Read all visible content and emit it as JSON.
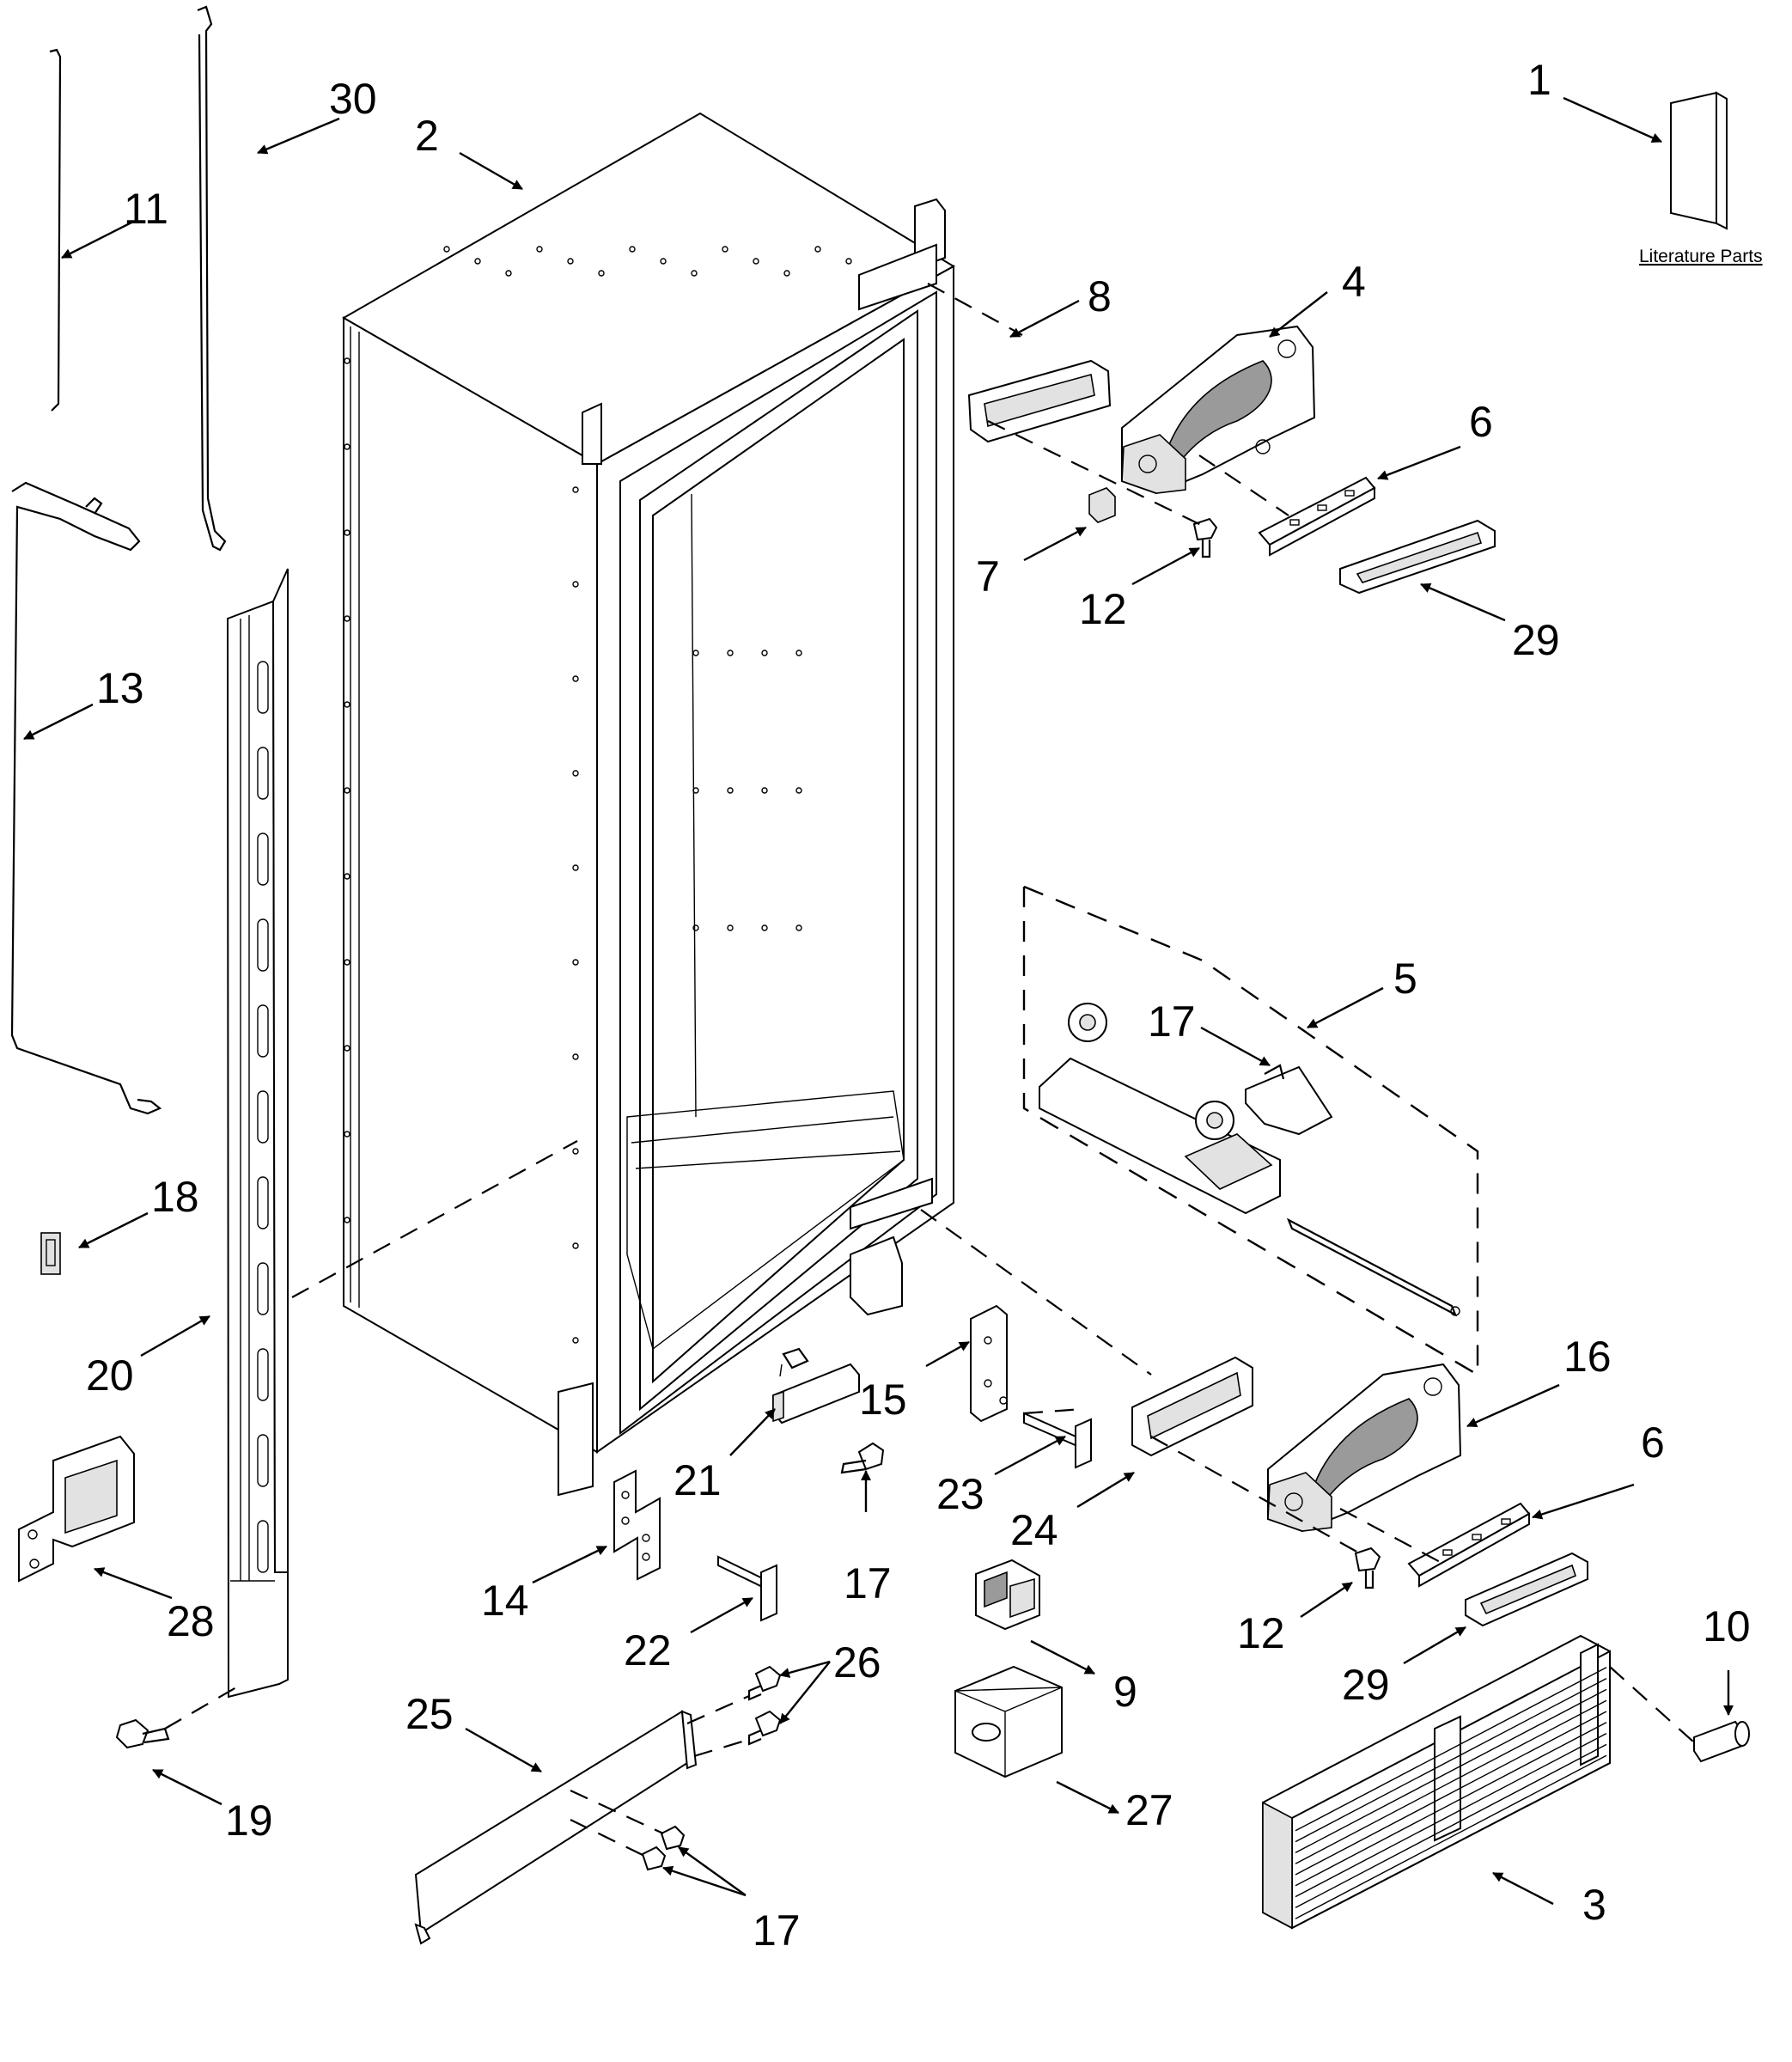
{
  "title": "",
  "literature_label": "Literature Parts",
  "callouts": [
    {
      "id": "c1",
      "label": "1"
    },
    {
      "id": "c2",
      "label": "2"
    },
    {
      "id": "c3",
      "label": "3"
    },
    {
      "id": "c4",
      "label": "4"
    },
    {
      "id": "c5",
      "label": "5"
    },
    {
      "id": "c6a",
      "label": "6"
    },
    {
      "id": "c6b",
      "label": "6"
    },
    {
      "id": "c7",
      "label": "7"
    },
    {
      "id": "c8",
      "label": "8"
    },
    {
      "id": "c9",
      "label": "9"
    },
    {
      "id": "c10",
      "label": "10"
    },
    {
      "id": "c11",
      "label": "11"
    },
    {
      "id": "c12a",
      "label": "12"
    },
    {
      "id": "c12b",
      "label": "12"
    },
    {
      "id": "c13",
      "label": "13"
    },
    {
      "id": "c14",
      "label": "14"
    },
    {
      "id": "c15",
      "label": "15"
    },
    {
      "id": "c16",
      "label": "16"
    },
    {
      "id": "c17a",
      "label": "17"
    },
    {
      "id": "c17b",
      "label": "17"
    },
    {
      "id": "c17c",
      "label": "17"
    },
    {
      "id": "c18",
      "label": "18"
    },
    {
      "id": "c19",
      "label": "19"
    },
    {
      "id": "c20",
      "label": "20"
    },
    {
      "id": "c21",
      "label": "21"
    },
    {
      "id": "c22",
      "label": "22"
    },
    {
      "id": "c23",
      "label": "23"
    },
    {
      "id": "c24",
      "label": "24"
    },
    {
      "id": "c25",
      "label": "25"
    },
    {
      "id": "c26",
      "label": "26"
    },
    {
      "id": "c27",
      "label": "27"
    },
    {
      "id": "c28",
      "label": "28"
    },
    {
      "id": "c29a",
      "label": "29"
    },
    {
      "id": "c29b",
      "label": "29"
    },
    {
      "id": "c30",
      "label": "30"
    }
  ]
}
